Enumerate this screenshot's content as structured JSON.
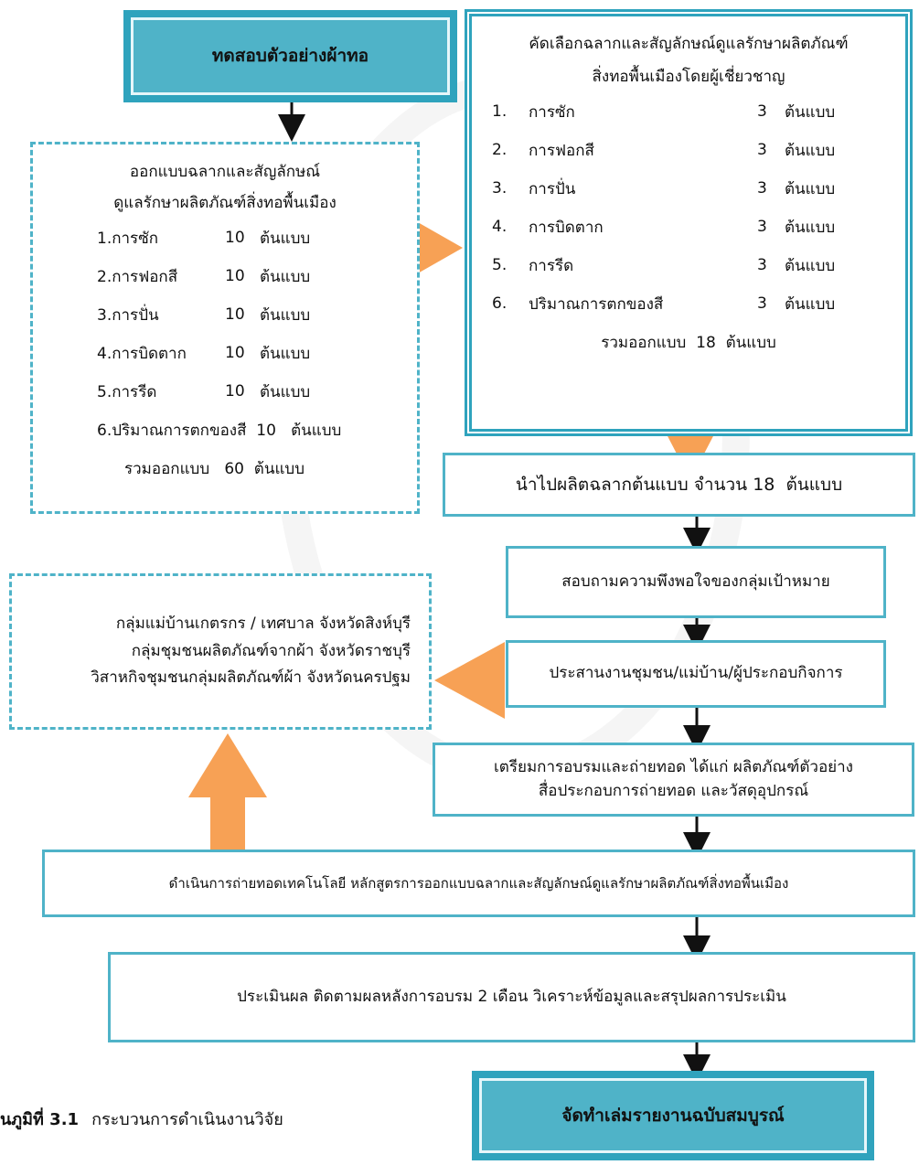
{
  "nodes": {
    "test_sample": "ทดสอบตัวอย่างผ้าทอ",
    "design": {
      "title_line1": "ออกแบบฉลากและสัญลักษณ์",
      "title_line2": "ดูแลรักษาผลิตภัณฑ์สิ่งทอพื้นเมือง",
      "items": [
        {
          "label": "1.การซัก",
          "count": "10",
          "unit": "ต้นแบบ"
        },
        {
          "label": "2.การฟอกสี",
          "count": "10",
          "unit": "ต้นแบบ"
        },
        {
          "label": "3.การปั่น",
          "count": "10",
          "unit": "ต้นแบบ"
        },
        {
          "label": "4.การบิดตาก",
          "count": "10",
          "unit": "ต้นแบบ"
        },
        {
          "label": "5.การรีด",
          "count": "10",
          "unit": "ต้นแบบ"
        }
      ],
      "item6": "6.ปริมาณการตกของสี  10   ต้นแบบ",
      "total": "รวมออกแบบ   60  ต้นแบบ"
    },
    "select": {
      "title_line1": "คัดเลือกฉลากและสัญลักษณ์ดูแลรักษาผลิตภัณฑ์",
      "title_line2": "สิ่งทอพื้นเมืองโดยผู้เชี่ยวชาญ",
      "items": [
        {
          "num": "1.",
          "label": "การซัก",
          "count": "3",
          "unit": "ต้นแบบ"
        },
        {
          "num": "2.",
          "label": "การฟอกสี",
          "count": "3",
          "unit": "ต้นแบบ"
        },
        {
          "num": "3.",
          "label": "การปั่น",
          "count": "3",
          "unit": "ต้นแบบ"
        },
        {
          "num": "4.",
          "label": "การบิดตาก",
          "count": "3",
          "unit": "ต้นแบบ"
        },
        {
          "num": "5.",
          "label": "การรีด",
          "count": "3",
          "unit": "ต้นแบบ"
        },
        {
          "num": "6.",
          "label": "ปริมาณการตกของสี",
          "count": "3",
          "unit": "ต้นแบบ"
        }
      ],
      "total": "รวมออกแบบ  18  ต้นแบบ"
    },
    "produce": "นำไปผลิตฉลากต้นแบบ จำนวน 18  ต้นแบบ",
    "survey": "สอบถามความพึงพอใจของกลุ่มเป้าหมาย",
    "coordinate": "ประสานงานชุมชน/แม่บ้าน/ผู้ประกอบกิจการ",
    "groups": [
      "กลุ่มแม่บ้านเกตรกร / เทศบาล จังหวัดสิงห์บุรี",
      "กลุ่มชุมชนผลิตภัณฑ์จากผ้า จังหวัดราชบุรี",
      "วิสาหกิจชุมชนกลุ่มผลิตภัณฑ์ผ้า จังหวัดนครปฐม"
    ],
    "prepare_line1": "เตรียมการอบรมและถ่ายทอด ได้แก่ ผลิตภัณฑ์ตัวอย่าง",
    "prepare_line2": "สื่อประกอบการถ่ายทอด และวัสดุอุปกรณ์",
    "transfer": "ดำเนินการถ่ายทอดเทคโนโลยี หลักสูตรการออกแบบฉลากและสัญลักษณ์ดูแลรักษาผลิตภัณฑ์สิ่งทอพื้นเมือง",
    "evaluate": "ประเมินผล ติดตามผลหลังการอบรม 2 เดือน วิเคราะห์ข้อมูลและสรุปผลการประเมิน",
    "report": "จัดทำเล่มรายงานฉบับสมบูรณ์"
  },
  "caption": {
    "prefix": "นภูมิที่ 3.1",
    "text": "กระบวนการดำเนินงานวิจัย"
  },
  "colors": {
    "teal": "#4fb3c8",
    "teal_dark": "#2fa3bd",
    "orange": "#f7a155",
    "arrow": "#111111"
  }
}
